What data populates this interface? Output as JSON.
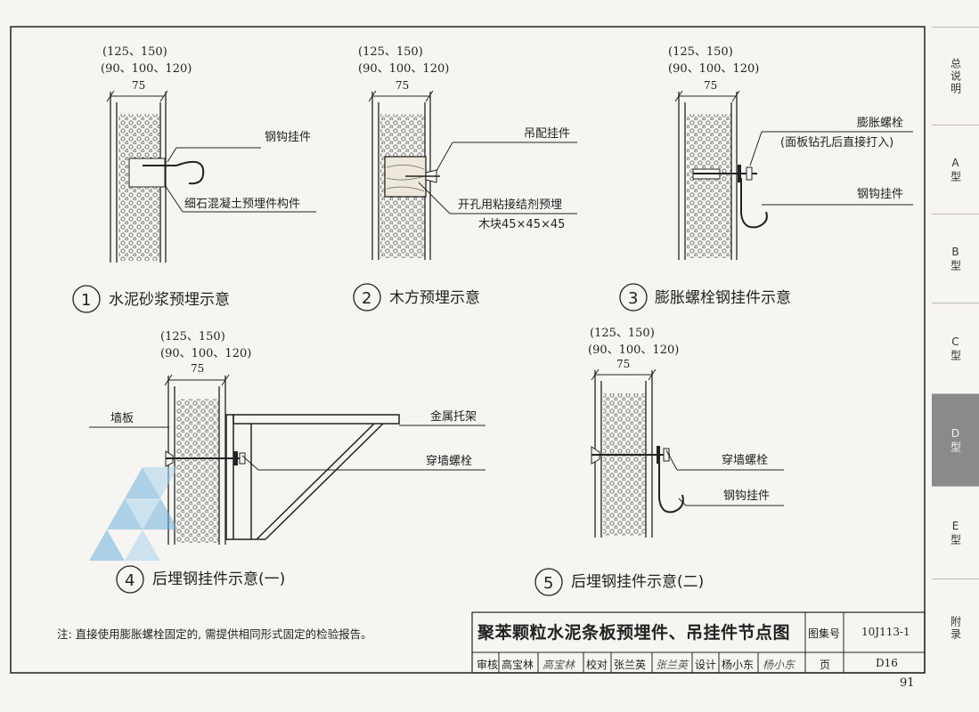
{
  "tabs": [
    {
      "label": "总说明"
    },
    {
      "label": "A型"
    },
    {
      "label": "B型"
    },
    {
      "label": "C型"
    },
    {
      "label": "D型",
      "active": true
    },
    {
      "label": "E型"
    },
    {
      "label": "附录"
    }
  ],
  "dims": {
    "line1": "(125、150)",
    "line2": "(90、100、120)",
    "line3": "75"
  },
  "fig1": {
    "caption_num": "1",
    "caption": "水泥砂浆预埋示意",
    "label_hook": "钢钩挂件",
    "label_embed": "细石混凝土预埋件构件"
  },
  "fig2": {
    "caption_num": "2",
    "caption": "木方预埋示意",
    "label_hang": "吊配挂件",
    "label_glue": "开孔用粘接结剂预埋",
    "label_wood": "木块45×45×45"
  },
  "fig3": {
    "caption_num": "3",
    "caption": "膨胀螺栓钢挂件示意",
    "label_bolt": "膨胀螺栓",
    "label_bolt_note": "(面板钻孔后直接打入)",
    "label_hook": "钢钩挂件"
  },
  "fig4": {
    "caption_num": "4",
    "caption": "后埋钢挂件示意(一)",
    "label_wall": "墙板",
    "label_bracket": "金属托架",
    "label_bolt": "穿墙螺栓"
  },
  "fig5": {
    "caption_num": "5",
    "caption": "后埋钢挂件示意(二)",
    "dim_line1": "(125、150)",
    "label_bolt": "穿墙螺栓",
    "label_hook": "钢钩挂件"
  },
  "note": "注: 直接使用膨胀螺栓固定的, 需提供相同形式固定的检验报告。",
  "title_block": {
    "title": "聚苯颗粒水泥条板预埋件、吊挂件节点图",
    "atlas_label": "图集号",
    "atlas_no": "10J113-1",
    "review_label": "审核",
    "reviewer": "高宝林",
    "review_sign": "高宝林",
    "check_label": "校对",
    "checker": "张兰英",
    "check_sign": "张兰英",
    "design_label": "设计",
    "designer": "杨小东",
    "design_sign": "杨小东",
    "page_label": "页",
    "page_code": "D16"
  },
  "page_number": "91"
}
